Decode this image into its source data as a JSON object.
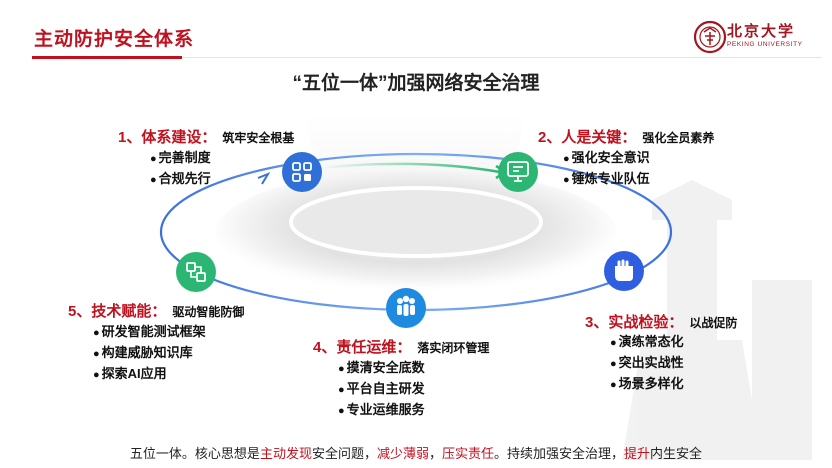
{
  "header": {
    "title": "主动防护安全体系"
  },
  "logo": {
    "text": "北京大学",
    "subtext": "PEKING UNIVERSITY"
  },
  "main_title": "“五位一体”加强网络安全治理",
  "steps": [
    {
      "title": "1、体系建设：",
      "subtitle": "筑牢安全根基",
      "bullets": [
        "完善制度",
        "合规先行"
      ],
      "icon": "grid-apps-icon",
      "color": "#2f6fd8"
    },
    {
      "title": "2、人是关键：",
      "subtitle": "强化全员素养",
      "bullets": [
        "强化安全意识",
        "锤炼专业队伍"
      ],
      "icon": "monitor-icon",
      "color": "#2bb673"
    },
    {
      "title": "3、实战检验：",
      "subtitle": "以战促防",
      "bullets": [
        "演练常态化",
        "突出实战性",
        "场景多样化"
      ],
      "icon": "fist-icon",
      "color": "#2f5fe0"
    },
    {
      "title": "4、责任运维：",
      "subtitle": "落实闭环管理",
      "bullets": [
        "摸清安全底数",
        "平台自主研发",
        "专业运维服务"
      ],
      "icon": "team-icon",
      "color": "#1f8be0"
    },
    {
      "title": "5、技术赋能：",
      "subtitle": "驱动智能防御",
      "bullets": [
        "研发智能测试框架",
        "构建威胁知识库",
        "探索AI应用"
      ],
      "icon": "network-icon",
      "color": "#2bb673"
    }
  ],
  "footer": {
    "parts": [
      {
        "text": "五位一体。核心思想是",
        "hl": false
      },
      {
        "text": "主动发现",
        "hl": true
      },
      {
        "text": "安全问题，",
        "hl": false
      },
      {
        "text": "减少薄弱",
        "hl": true
      },
      {
        "text": "，",
        "hl": false
      },
      {
        "text": "压实责任",
        "hl": true
      },
      {
        "text": "。持续加强安全治理，",
        "hl": false
      },
      {
        "text": "提升",
        "hl": true
      },
      {
        "text": "内生安全",
        "hl": false
      }
    ]
  },
  "colors": {
    "accent": "#c0111f",
    "blue": "#2f6fd8",
    "green": "#2bb673"
  }
}
